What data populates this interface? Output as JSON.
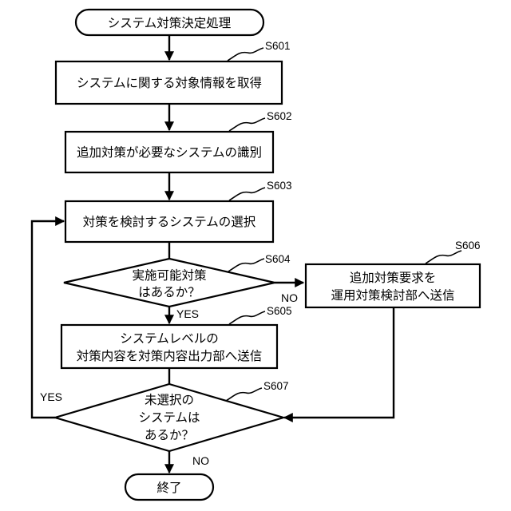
{
  "nodes": {
    "start": {
      "lines": [
        "システム対策決定処理"
      ]
    },
    "s601": {
      "step": "S601",
      "lines": [
        "システムに関する対象情報を取得"
      ]
    },
    "s602": {
      "step": "S602",
      "lines": [
        "追加対策が必要なシステムの識別"
      ]
    },
    "s603": {
      "step": "S603",
      "lines": [
        "対策を検討するシステムの選択"
      ]
    },
    "s604": {
      "step": "S604",
      "lines": [
        "実施可能対策",
        "はあるか？"
      ]
    },
    "s605": {
      "step": "S605",
      "lines": [
        "システムレベルの",
        "対策内容を対策内容出力部へ送信"
      ]
    },
    "s606": {
      "step": "S606",
      "lines": [
        "追加対策要求を",
        "運用対策検討部へ送信"
      ]
    },
    "s607": {
      "step": "S607",
      "lines": [
        "未選択の",
        "システムは",
        "あるか？"
      ]
    },
    "end": {
      "lines": [
        "終了"
      ]
    }
  },
  "edge_labels": {
    "s604_yes": "YES",
    "s604_no": "NO",
    "s607_yes": "YES",
    "s607_no": "NO"
  }
}
